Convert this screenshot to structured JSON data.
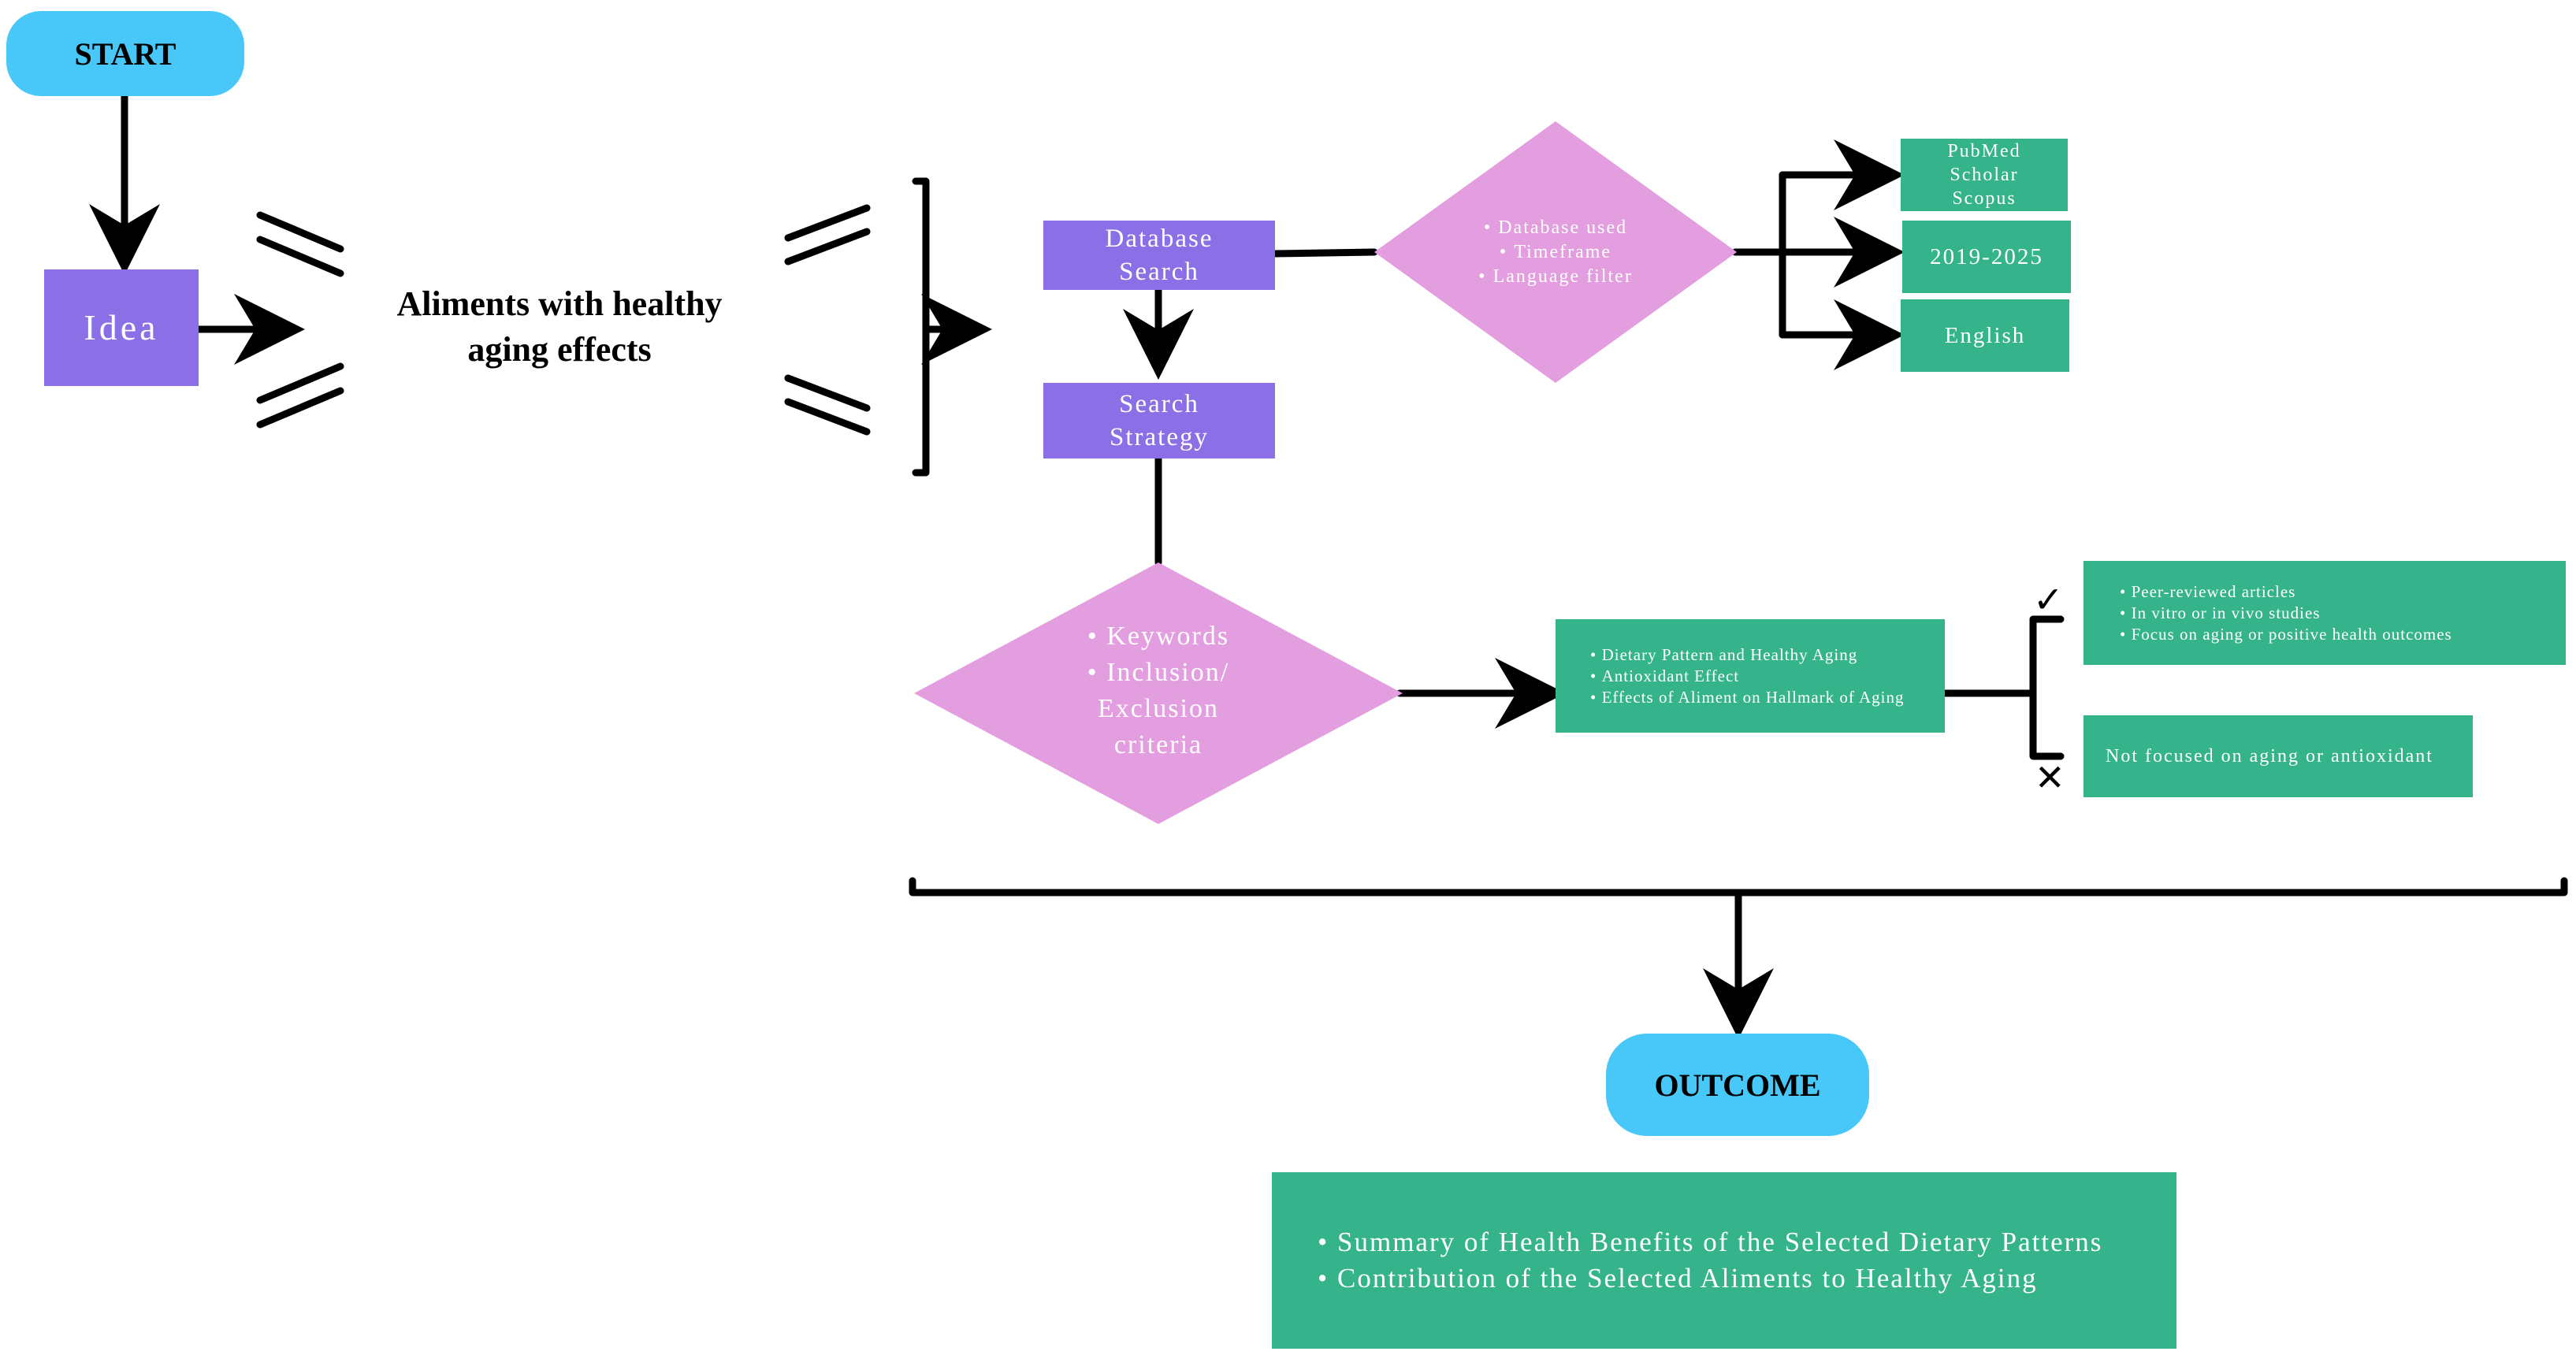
{
  "colors": {
    "terminal": "#48c8f8",
    "process": "#8a6fe6",
    "decision": "#e39ee0",
    "result": "#35b48b",
    "line": "#000000"
  },
  "start_label": "START",
  "idea_label": "Idea",
  "topic_label": "Aliments with healthy aging effects",
  "database_search_label": "Database Search",
  "search_strategy_label": "Search Strategy",
  "db_diamond_items": [
    "Database used",
    "Timeframe",
    "Language filter"
  ],
  "databases_box": [
    "PubMed",
    "Scholar",
    "Scopus"
  ],
  "timeframe_box": "2019-2025",
  "language_box": "English",
  "strategy_diamond_items": [
    "Keywords",
    "Inclusion/ Exclusion criteria"
  ],
  "keywords_box": [
    "Dietary Pattern and Healthy Aging",
    "Antioxidant Effect",
    "Effects of Aliment on Hallmark of Aging"
  ],
  "include_icon": "check-icon",
  "exclude_icon": "cross-icon",
  "inclusion_box": [
    "Peer-reviewed articles",
    "In vitro or in vivo studies",
    "Focus on aging or positive health outcomes"
  ],
  "exclusion_box": "Not focused on aging or antioxidant",
  "outcome_label": "OUTCOME",
  "outcome_box": [
    "Summary of Health Benefits of the Selected Dietary Patterns",
    "Contribution of the Selected Aliments to Healthy Aging"
  ]
}
